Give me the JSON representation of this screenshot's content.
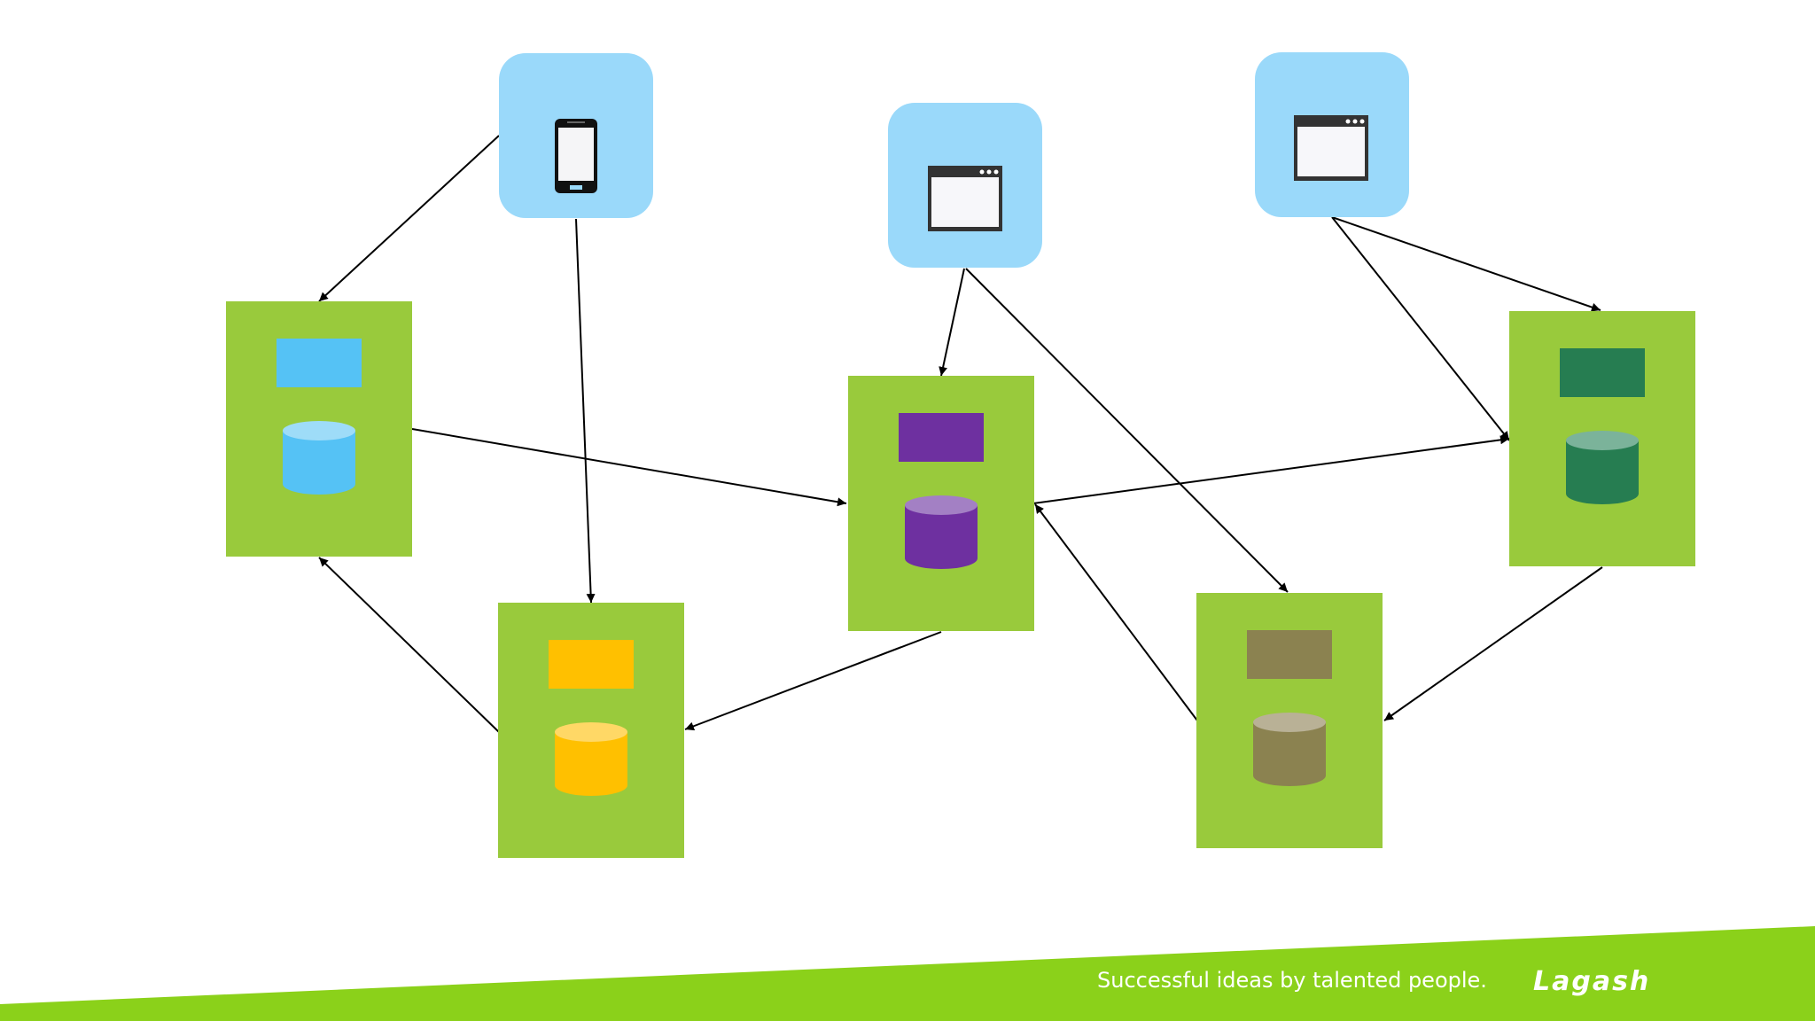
{
  "footer": {
    "tagline": "Successful ideas by talented people.",
    "brand": "Lagash"
  },
  "colors": {
    "client_bg": "#9ad9fa",
    "service_bg": "#99ca3c",
    "footer_band": "#8bd11a",
    "service_blue": "#55c2f5",
    "service_purple": "#6e30a0",
    "service_yellow": "#ffc000",
    "service_olive": "#8b8250",
    "service_green": "#267d51"
  },
  "clients": [
    {
      "id": "mobile-client",
      "icon": "smartphone-icon"
    },
    {
      "id": "web-client-center",
      "icon": "browser-window-icon"
    },
    {
      "id": "web-client-right",
      "icon": "browser-window-icon"
    }
  ],
  "services": [
    {
      "id": "service-blue",
      "color": "#55c2f5"
    },
    {
      "id": "service-purple",
      "color": "#6e30a0"
    },
    {
      "id": "service-yellow",
      "color": "#ffc000"
    },
    {
      "id": "service-olive",
      "color": "#8b8250"
    },
    {
      "id": "service-green",
      "color": "#267d51"
    }
  ]
}
